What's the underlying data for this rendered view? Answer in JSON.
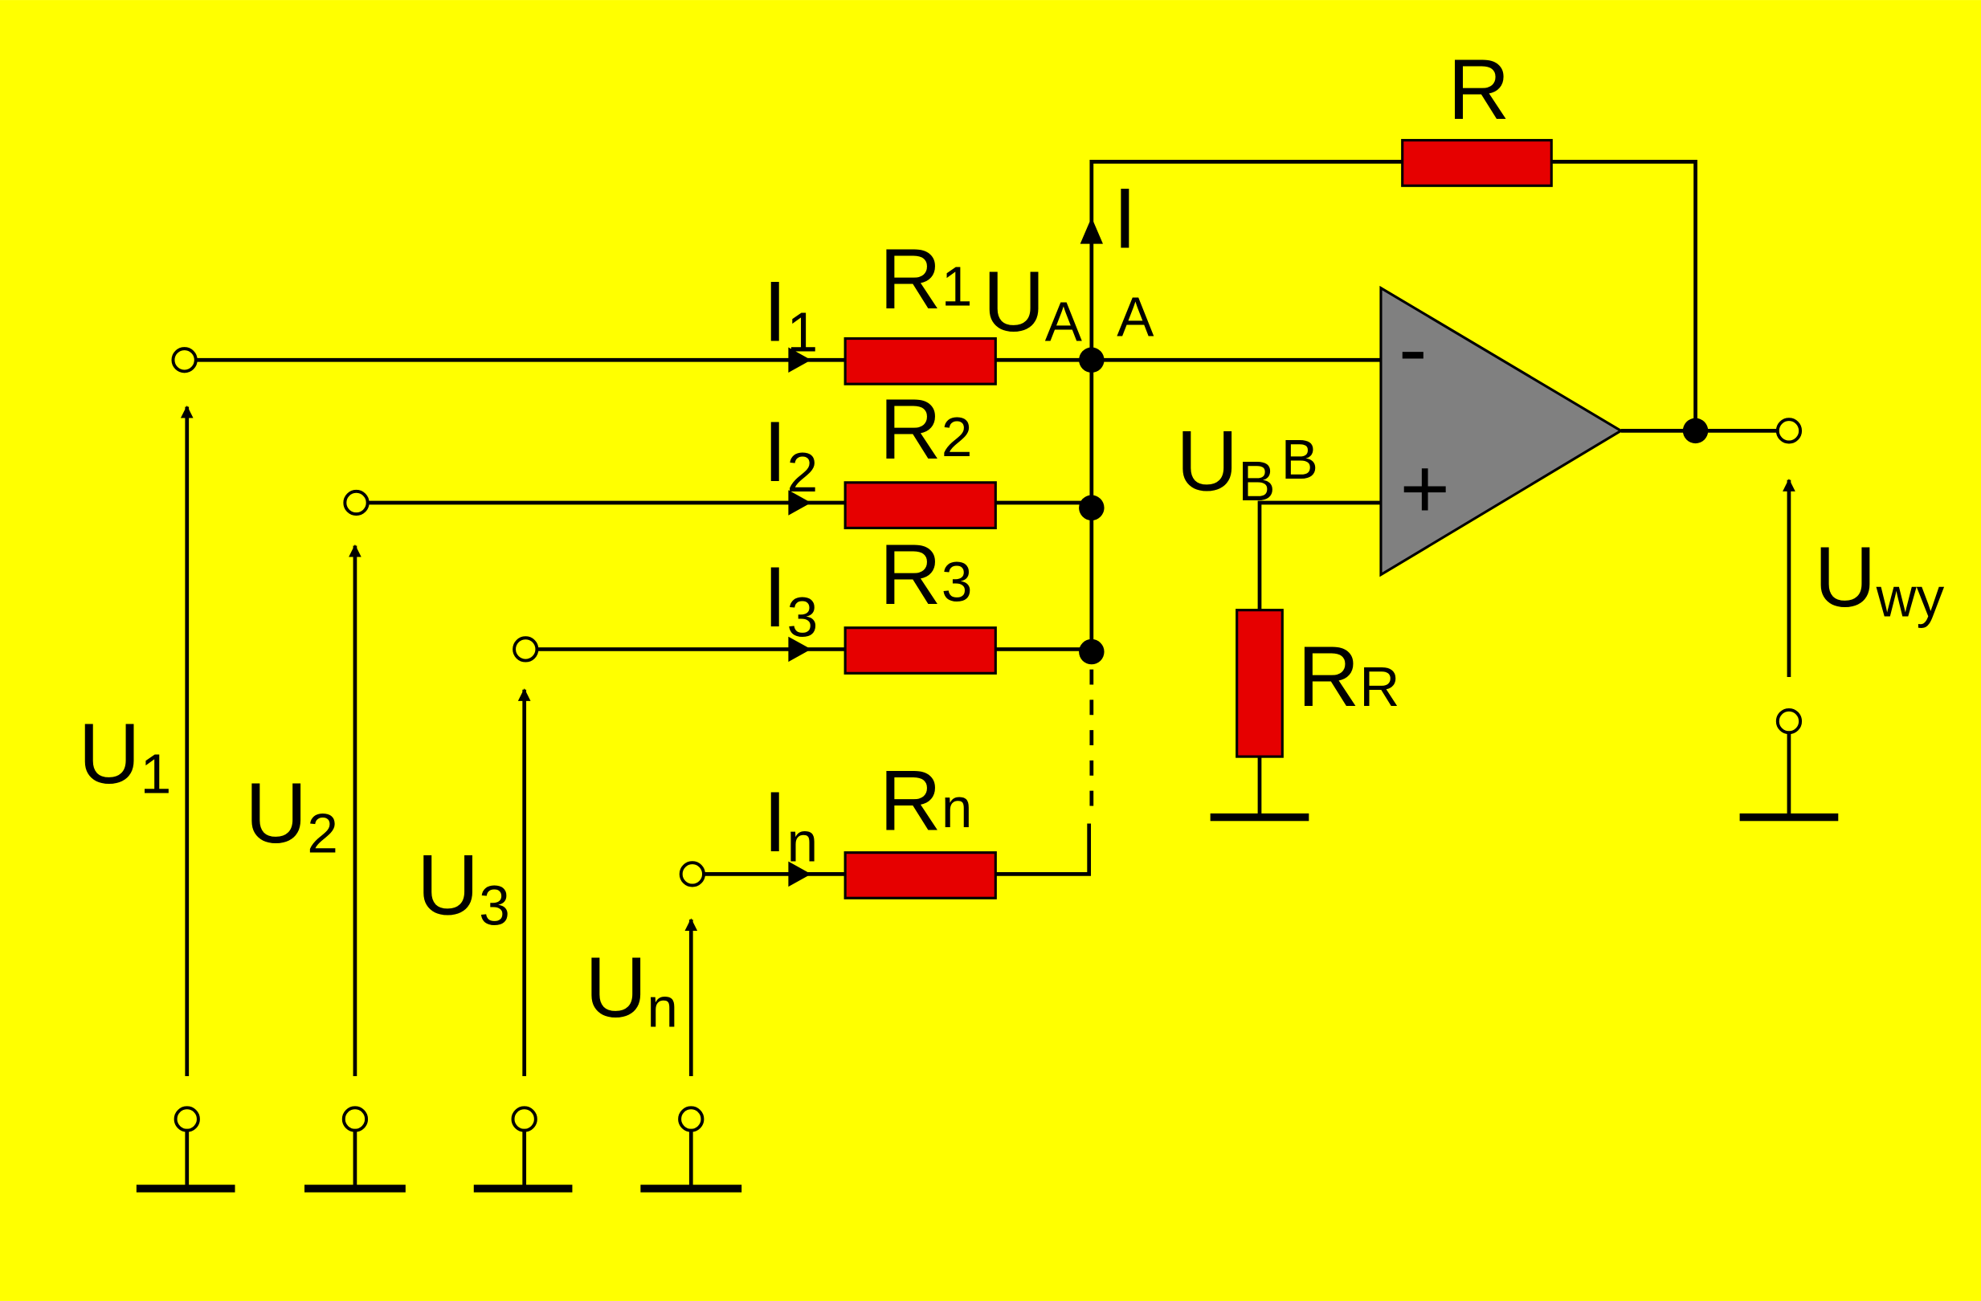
{
  "colors": {
    "background": "#ffff00",
    "resistor": "#e60000",
    "opamp": "#808080",
    "wire": "#000000"
  },
  "labels": {
    "U1": {
      "main": "U",
      "sub": "1"
    },
    "U2": {
      "main": "U",
      "sub": "2"
    },
    "U3": {
      "main": "U",
      "sub": "3"
    },
    "Un": {
      "main": "U",
      "sub": "n"
    },
    "I1": {
      "main": "I",
      "sub": "1"
    },
    "I2": {
      "main": "I",
      "sub": "2"
    },
    "I3": {
      "main": "I",
      "sub": "3"
    },
    "In": {
      "main": "I",
      "sub": "n"
    },
    "R1": {
      "main": "R",
      "sub": "1"
    },
    "R2": {
      "main": "R",
      "sub": "2"
    },
    "R3": {
      "main": "R",
      "sub": "3"
    },
    "Rn": {
      "main": "R",
      "sub": "n"
    },
    "UA": {
      "main": "U",
      "sub": "A"
    },
    "UB": {
      "main": "U",
      "sub": "B"
    },
    "RR": {
      "main": "R",
      "sub": "R"
    },
    "Uwy": {
      "main": "U",
      "sub": "wy"
    },
    "R": "R",
    "I": "I",
    "A": "A",
    "B": "B",
    "minus": "-",
    "plus": "+"
  }
}
